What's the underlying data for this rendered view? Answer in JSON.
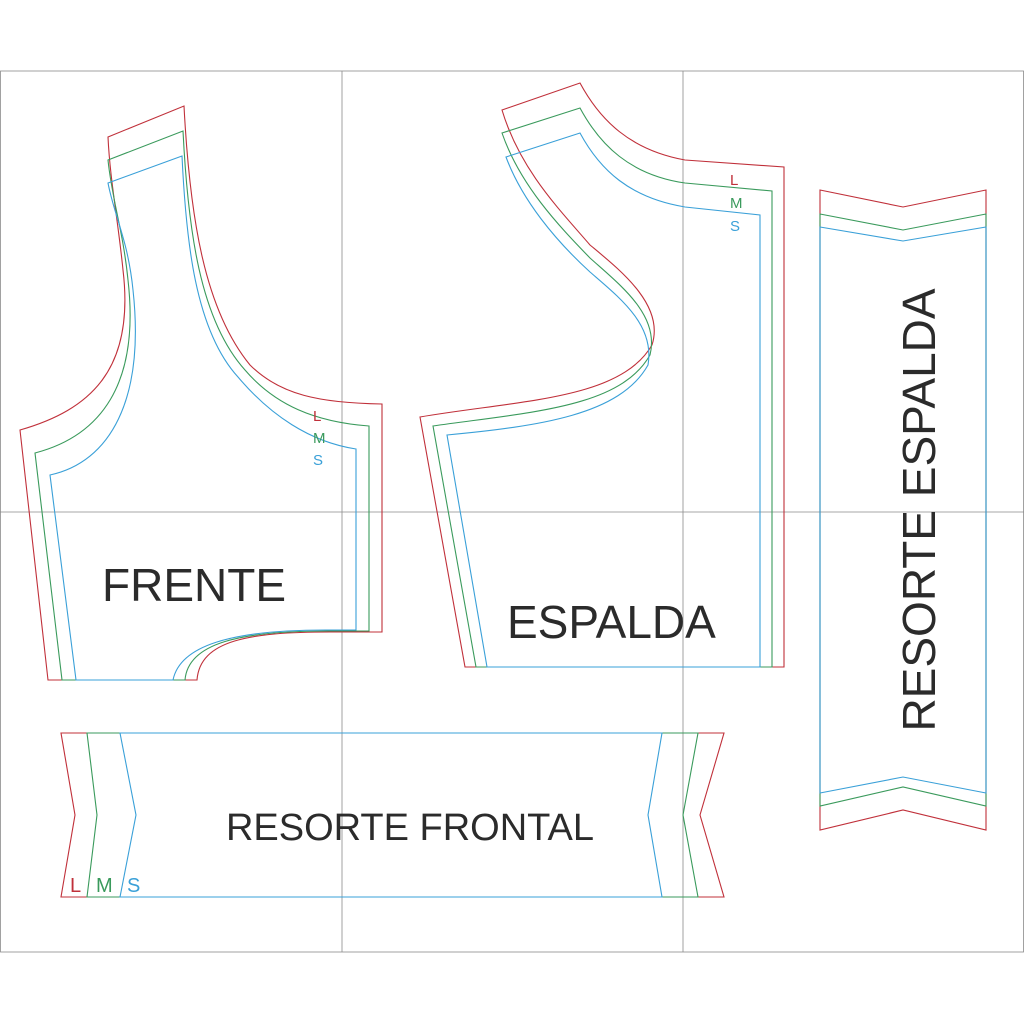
{
  "colors": {
    "L": "#c0303a",
    "M": "#3a9a5c",
    "S": "#3aa0d8",
    "grid": "#8a8a8a",
    "text": "#2b2b2b"
  },
  "pieces": {
    "frente": {
      "title": "FRENTE"
    },
    "espalda": {
      "title": "ESPALDA"
    },
    "resorte_espalda": {
      "title": "RESORTE ESPALDA"
    },
    "resorte_frontal": {
      "title": "RESORTE FRONTAL"
    }
  },
  "sizes": {
    "large": "L",
    "medium": "M",
    "small": "S"
  }
}
